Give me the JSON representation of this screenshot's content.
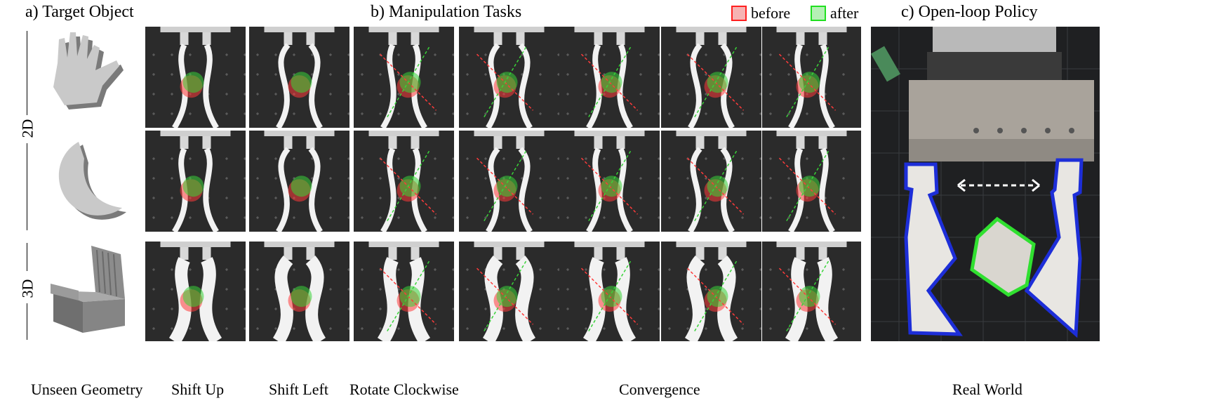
{
  "titles": {
    "a": "a) Target Object",
    "b": "b) Manipulation Tasks",
    "c": "c) Open-loop Policy"
  },
  "legend": {
    "before": "before",
    "after": "after",
    "before_color": "#ff3b3b",
    "after_color": "#39d339"
  },
  "row_labels": {
    "two_d": "2D",
    "three_d": "3D"
  },
  "captions": {
    "unseen": "Unseen Geometry",
    "shift_up": "Shift Up",
    "shift_left": "Shift Left",
    "rotate": "Rotate Clockwise",
    "convergence": "Convergence",
    "real": "Real World"
  },
  "objects": [
    "hand-shape",
    "crescent-shape",
    "chair-shape"
  ]
}
